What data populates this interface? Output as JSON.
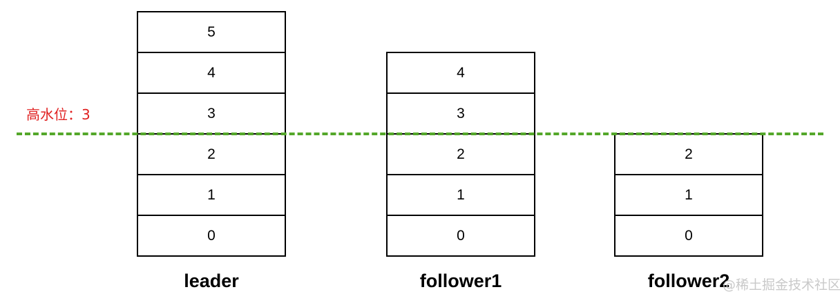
{
  "high_watermark": {
    "label": "高水位：3",
    "value": 3,
    "line_color": "#54a72a",
    "label_color": "#e02020"
  },
  "replicas": [
    {
      "name": "leader",
      "offsets": [
        "5",
        "4",
        "3",
        "2",
        "1",
        "0"
      ]
    },
    {
      "name": "follower1",
      "offsets": [
        "4",
        "3",
        "2",
        "1",
        "0"
      ]
    },
    {
      "name": "follower2",
      "offsets": [
        "2",
        "1",
        "0"
      ]
    }
  ],
  "watermark_text": "@稀土掘金技术社区"
}
